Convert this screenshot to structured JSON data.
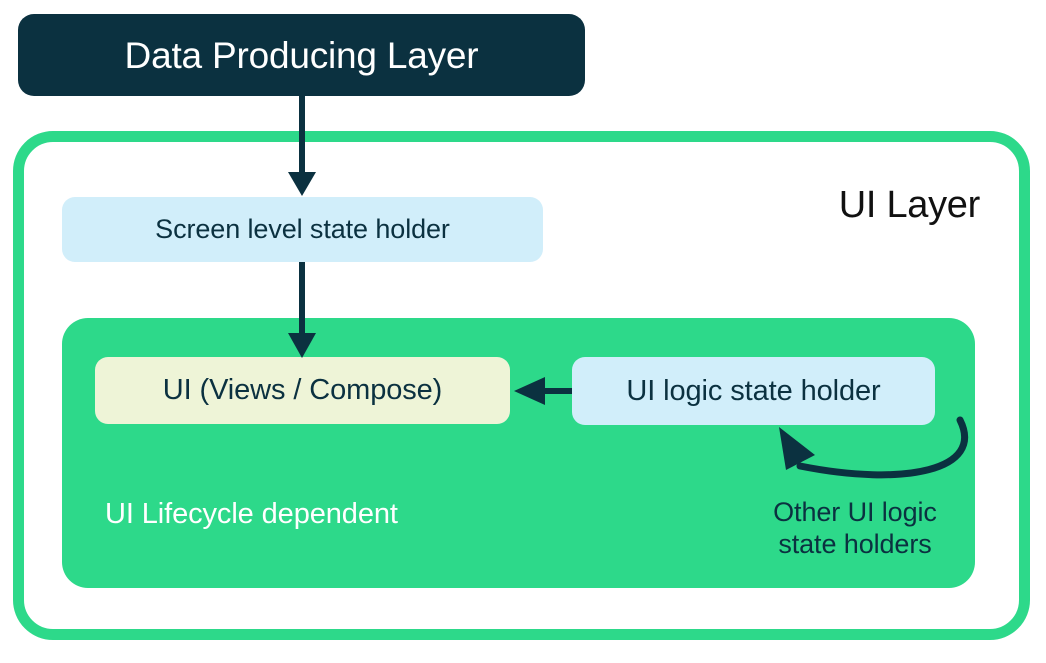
{
  "diagram": {
    "title_box": {
      "label": "Data Producing Layer"
    },
    "ui_layer": {
      "title": "UI Layer",
      "screen_state_holder": "Screen level state holder",
      "lifecycle_panel": {
        "caption": "UI Lifecycle dependent",
        "ui_box": "UI (Views / Compose)",
        "logic_state_holder": "UI logic state holder",
        "other_holders_line1": "Other UI logic",
        "other_holders_line2": "state holders"
      }
    },
    "colors": {
      "dark_navy": "#0B3140",
      "green": "#2DD98A",
      "light_blue": "#D1EEFA",
      "cream": "#EEF4D7",
      "white": "#FFFFFF",
      "black_text": "#111111"
    },
    "arrows": [
      {
        "name": "data-producing-to-screen-state",
        "from": "Data Producing Layer",
        "to": "Screen level state holder",
        "direction": "down"
      },
      {
        "name": "screen-state-to-ui",
        "from": "Screen level state holder",
        "to": "UI (Views / Compose)",
        "direction": "down"
      },
      {
        "name": "logic-holder-to-ui",
        "from": "UI logic state holder",
        "to": "UI (Views / Compose)",
        "direction": "left"
      },
      {
        "name": "other-holders-loop",
        "from": "UI logic state holder",
        "to": "UI logic state holder",
        "direction": "curved-loop"
      }
    ]
  }
}
